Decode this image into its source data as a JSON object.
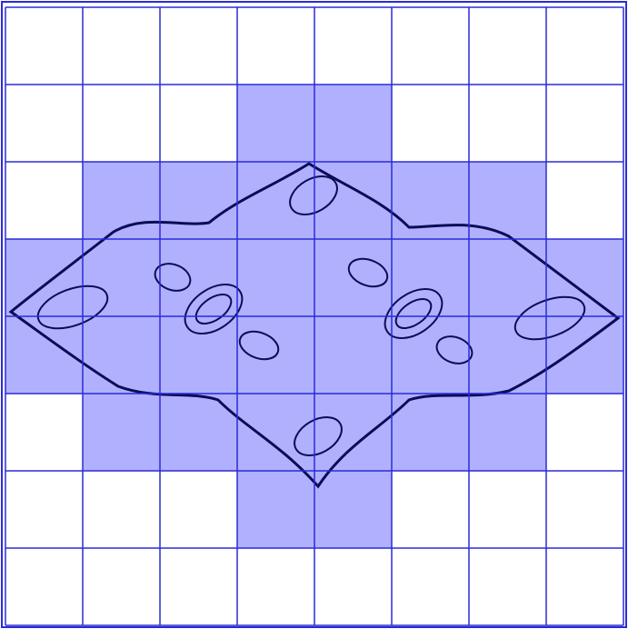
{
  "diagram": {
    "grid": {
      "columns": 8,
      "rows": 8,
      "line_color": "#2b2bd6",
      "fill_color": "#b0b0ff",
      "highlighted_cells": [
        [
          1,
          3
        ],
        [
          1,
          4
        ],
        [
          2,
          1
        ],
        [
          2,
          2
        ],
        [
          2,
          3
        ],
        [
          2,
          4
        ],
        [
          2,
          5
        ],
        [
          2,
          6
        ],
        [
          3,
          0
        ],
        [
          3,
          1
        ],
        [
          3,
          2
        ],
        [
          3,
          3
        ],
        [
          3,
          4
        ],
        [
          3,
          5
        ],
        [
          3,
          6
        ],
        [
          3,
          7
        ],
        [
          4,
          0
        ],
        [
          4,
          1
        ],
        [
          4,
          2
        ],
        [
          4,
          3
        ],
        [
          4,
          4
        ],
        [
          4,
          5
        ],
        [
          4,
          6
        ],
        [
          4,
          7
        ],
        [
          5,
          1
        ],
        [
          5,
          2
        ],
        [
          5,
          3
        ],
        [
          5,
          4
        ],
        [
          5,
          5
        ],
        [
          5,
          6
        ],
        [
          6,
          3
        ],
        [
          6,
          4
        ]
      ]
    },
    "curve": {
      "color": "#0c0c55",
      "kind": "julia-set-boundary"
    }
  }
}
